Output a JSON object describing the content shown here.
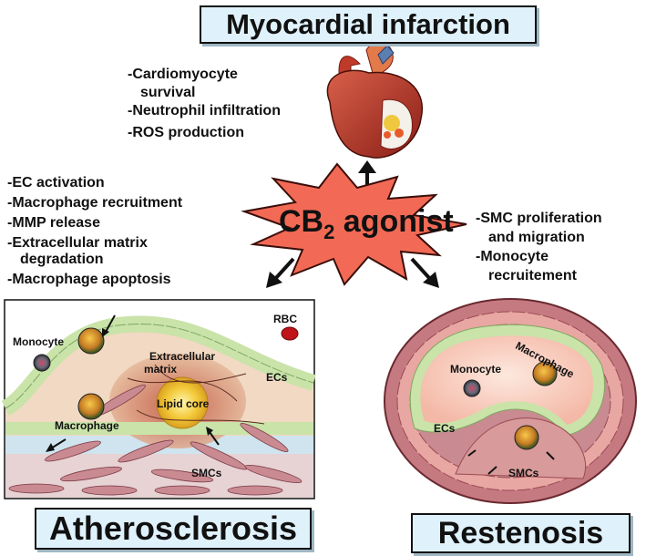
{
  "titles": {
    "myocardial": "Myocardial infarction",
    "atherosclerosis": "Atherosclerosis",
    "restenosis": "Restenosis"
  },
  "center": {
    "main": "CB",
    "sub": "2",
    "rest": " agonist"
  },
  "mi_effects": [
    "-Cardiomyocyte",
    "survival",
    "-Neutrophil infiltration",
    "-ROS production"
  ],
  "ath_effects": [
    "-EC activation",
    "-Macrophage recruitment",
    "-MMP release",
    "-Extracellular matrix",
    "degradation",
    "-Macrophage apoptosis"
  ],
  "res_effects": [
    "-SMC proliferation",
    "and migration",
    "-Monocyte",
    "recruitement"
  ],
  "ath_labels": {
    "monocyte": "Monocyte",
    "rbc": "RBC",
    "ecm": "Extracellular",
    "ecm2": "matrix",
    "ecs": "ECs",
    "lipid": "Lipid core",
    "macrophage": "Macrophage",
    "smcs": "SMCs"
  },
  "res_labels": {
    "macrophage": "Macrophage",
    "monocyte": "Monocyte",
    "ecs": "ECs",
    "smcs": "SMCs"
  },
  "colors": {
    "star_fill": "#f26a55",
    "title_bg": "#dff1fb",
    "smc": "#c98a92",
    "ec": "#c9e3a9",
    "lipid": "#f3c93a",
    "vessel": "#e8a7a2"
  }
}
